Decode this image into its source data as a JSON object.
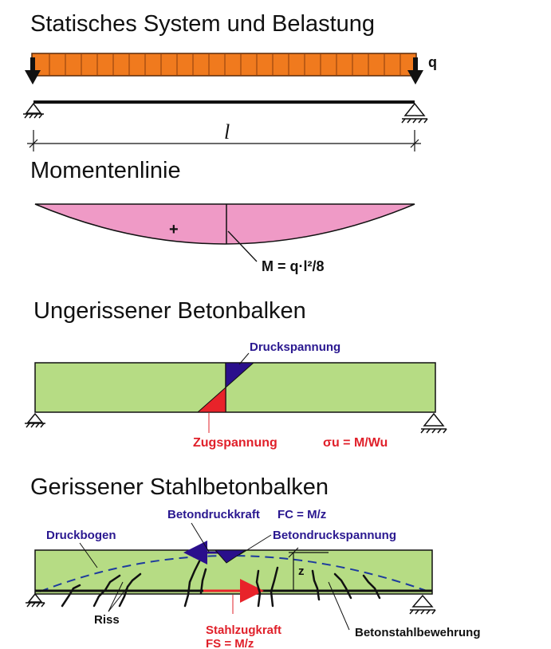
{
  "sections": {
    "system": {
      "title": "Statisches System und Belastung",
      "load_label": "q",
      "span_label": "l"
    },
    "moment": {
      "title": "Momentenlinie",
      "sign": "+",
      "formula": "M = q·l²/8"
    },
    "uncracked": {
      "title": "Ungerissener Betonbalken",
      "compression_label": "Druckspannung",
      "tension_label": "Zugspannung",
      "stress_formula": "σu = M/Wu"
    },
    "cracked": {
      "title": "Gerissener Stahlbetonbalken",
      "concrete_force_label": "Betondruckkraft",
      "concrete_force_formula": "FC = M/z",
      "arch_label": "Druckbogen",
      "concrete_stress_label": "Betondruckspannung",
      "lever_arm_label": "z",
      "crack_label": "Riss",
      "steel_force_label": "Stahlzugkraft",
      "steel_force_formula": "FS = M/z",
      "rebar_label": "Betonstahlbewehrung"
    }
  },
  "colors": {
    "load_fill": "#f07a1e",
    "moment_fill": "#ef9ac6",
    "beam_fill": "#b6dc84",
    "compression": "#2a0f8c",
    "tension": "#e8232a",
    "label_blue": "#2a1890",
    "label_red": "#e0202a",
    "arch_dash": "#1d3b9e"
  }
}
